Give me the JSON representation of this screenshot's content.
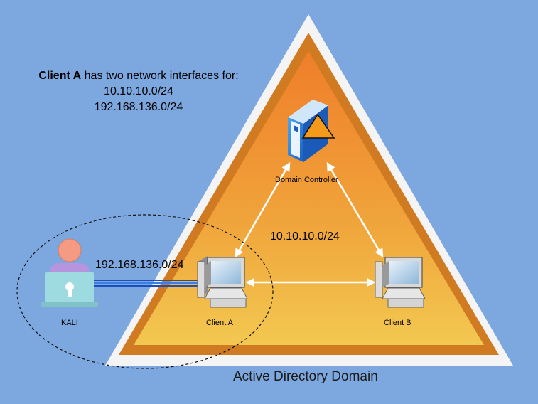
{
  "note": {
    "bold": "Client A",
    "line1_rest": " has two network interfaces for:",
    "line2": "10.10.10.0/24",
    "line3": "192.168.136.0/24"
  },
  "nodes": {
    "domain_controller": "Domain Controller",
    "client_a": "Client A",
    "client_b": "Client B",
    "kali": "KALI"
  },
  "networks": {
    "internal": "10.10.10.0/24",
    "external": "192.168.136.0/24"
  },
  "domain_label": "Active Directory Domain",
  "colors": {
    "background": "#7da7df",
    "triangle_outer": "#f2f2f2",
    "triangle_border": "#d07a22",
    "gradient_top": "#f08a2a",
    "gradient_bottom": "#f2c44c",
    "kali_person": "#f59b84",
    "kali_laptop": "#9ddbe0",
    "kali_body": "#b695de",
    "link_color": "#ffffff",
    "kali_link": "#1b4fbf"
  }
}
